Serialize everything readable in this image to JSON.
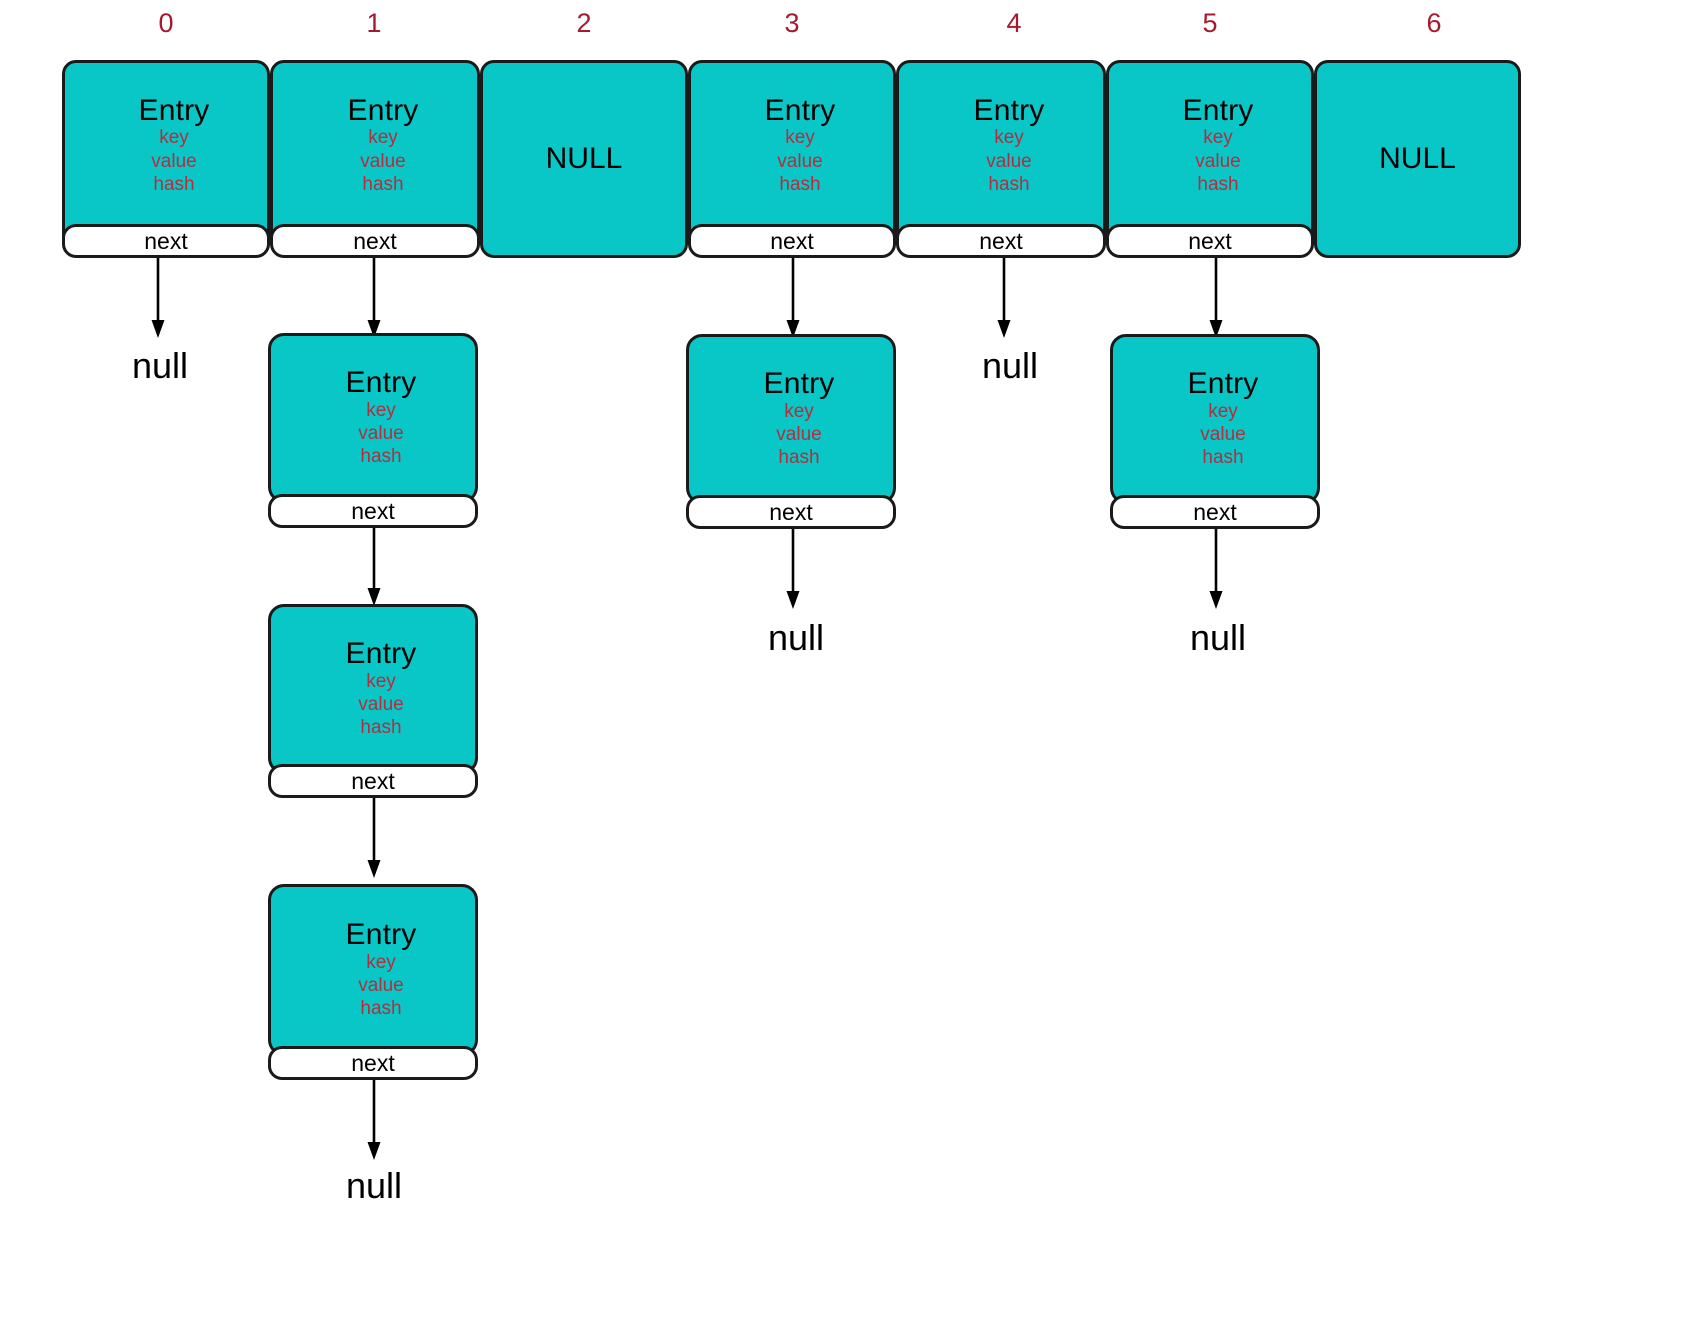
{
  "diagram": {
    "title": "hashmap-bucket-array-with-chaining",
    "colors": {
      "cell_fill": "#0ac7c7",
      "cell_stroke": "#1a1a1a",
      "index_label": "#a6192e",
      "field_text": "#b03040",
      "next_fill": "#ffffff",
      "background": "#ffffff"
    },
    "labels": {
      "entry": "Entry",
      "key": "key",
      "value": "value",
      "hash": "hash",
      "next": "next",
      "null_cell": "NULL",
      "null_pointer": "null"
    },
    "indices": [
      "0",
      "1",
      "2",
      "3",
      "4",
      "5",
      "6"
    ],
    "buckets": [
      {
        "index": "0",
        "type": "entry",
        "chain_length": 0,
        "terminator": "null"
      },
      {
        "index": "1",
        "type": "entry",
        "chain_length": 3,
        "terminator": "null"
      },
      {
        "index": "2",
        "type": "null",
        "chain_length": 0,
        "terminator": ""
      },
      {
        "index": "3",
        "type": "entry",
        "chain_length": 1,
        "terminator": "null"
      },
      {
        "index": "4",
        "type": "entry",
        "chain_length": 0,
        "terminator": "null"
      },
      {
        "index": "5",
        "type": "entry",
        "chain_length": 1,
        "terminator": "null"
      },
      {
        "index": "6",
        "type": "null",
        "chain_length": 0,
        "terminator": ""
      }
    ]
  }
}
